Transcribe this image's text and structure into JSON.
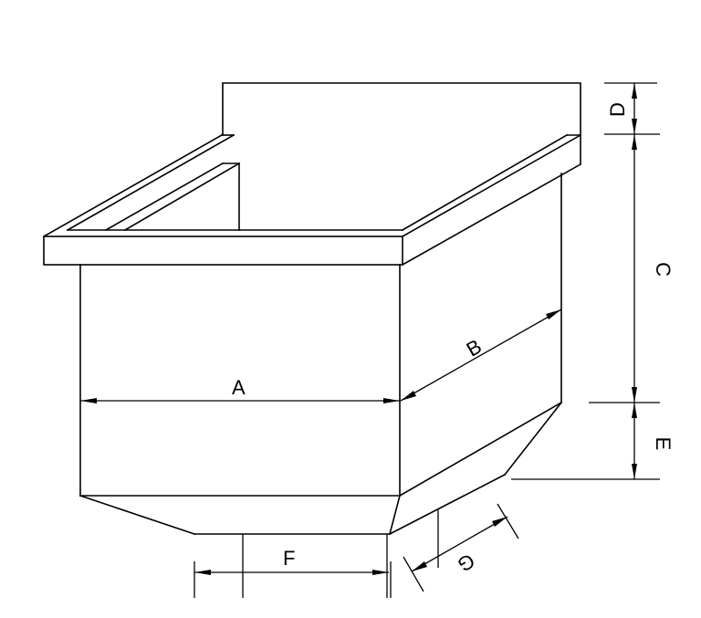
{
  "drawing": {
    "title": "",
    "subject": "Hopper sink / tank isometric with dimensions",
    "line_color": "#000000",
    "background": "#ffffff"
  },
  "dimensions": {
    "A": {
      "label": "A",
      "meaning": "front width"
    },
    "B": {
      "label": "B",
      "meaning": "depth"
    },
    "C": {
      "label": "C",
      "meaning": "bowl height"
    },
    "D": {
      "label": "D",
      "meaning": "backsplash height"
    },
    "E": {
      "label": "E",
      "meaning": "hopper bottom height"
    },
    "F": {
      "label": "F",
      "meaning": "bottom front width"
    },
    "G": {
      "label": "G",
      "meaning": "bottom depth"
    }
  }
}
